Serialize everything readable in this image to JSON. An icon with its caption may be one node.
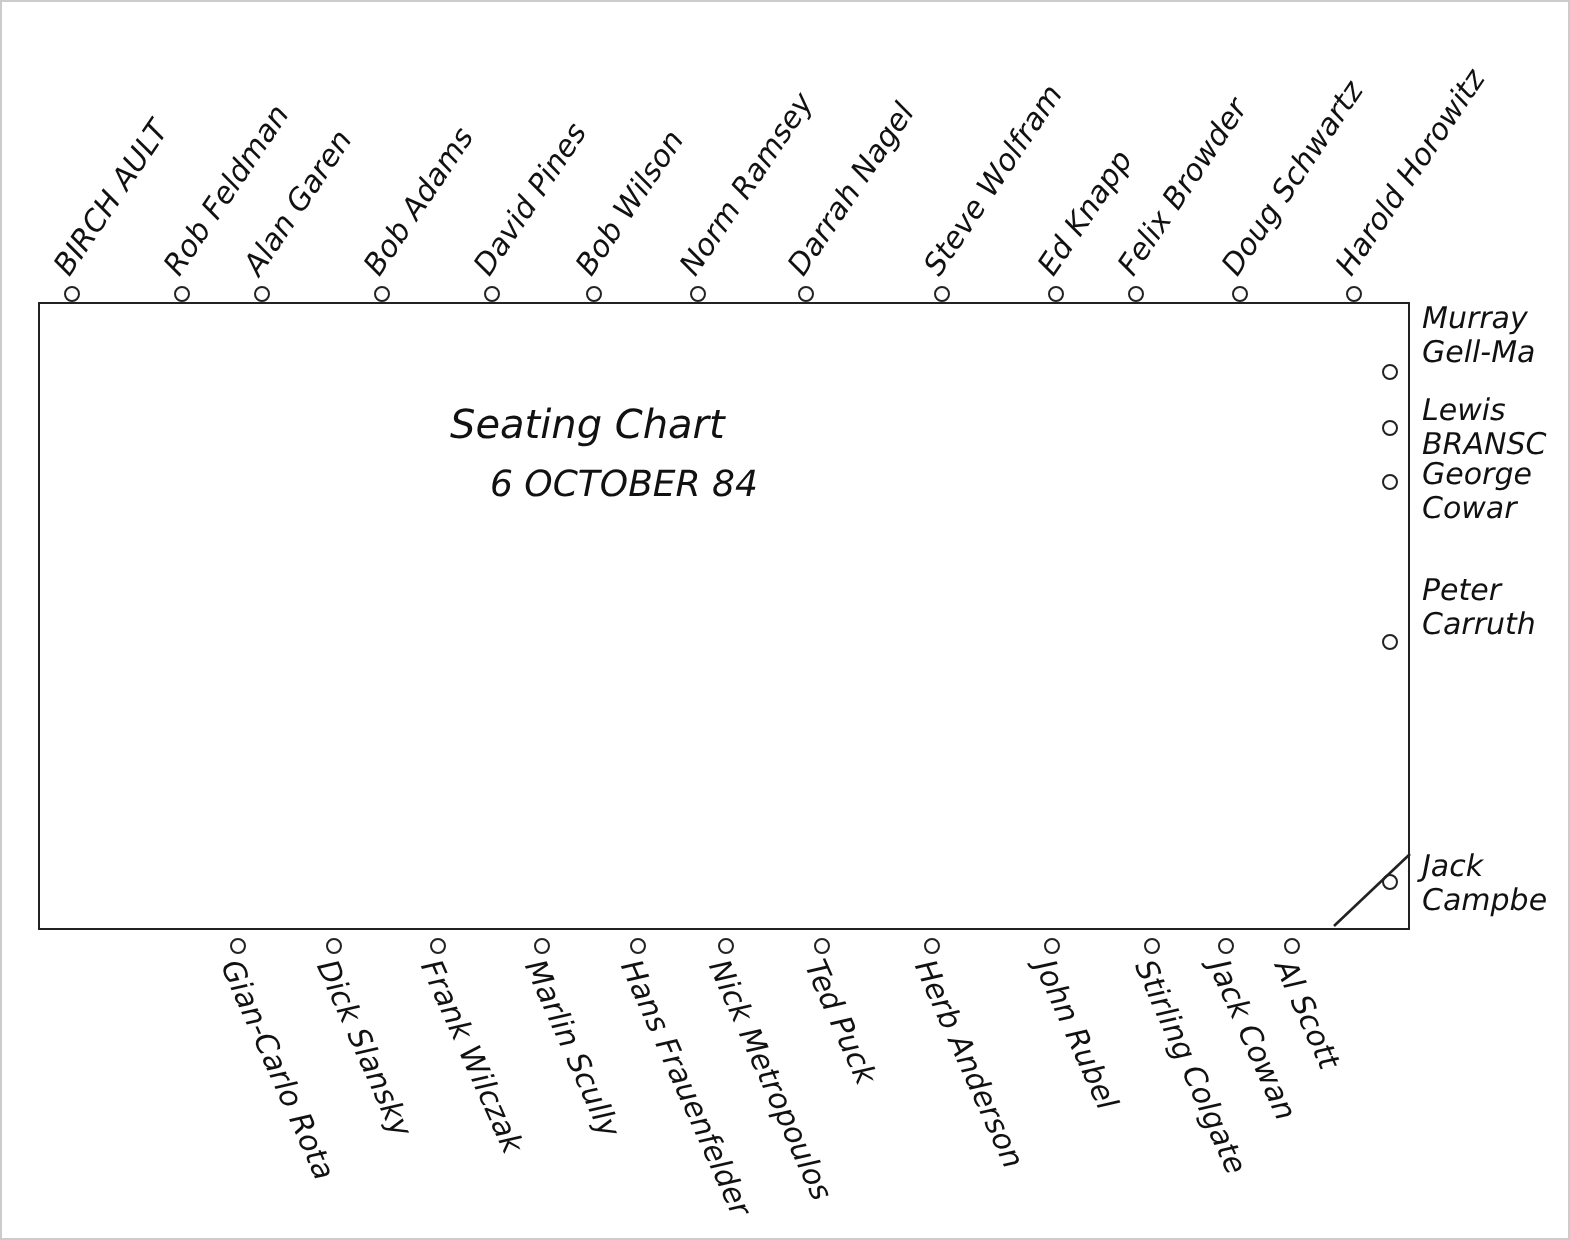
{
  "diagram": {
    "nodes": [
      {
        "text": [
          "Seating Chart",
          "6 OCTOBER 84"
        ]
      }
    ],
    "edges": [],
    "labels": [
      "BIRCH AULT",
      "Rob Feldman",
      "Alan Garen",
      "Bob Adams",
      "David Pines",
      "Bob Wilson",
      "Norm Ramsey",
      "Darrah Nagel",
      "Steve Wolfram",
      "Ed Knapp",
      "Felix Browder",
      "Doug Schwartz",
      "Harold Horowitz",
      "Murray Gell-Ma",
      "Lewis BRANSC",
      "George Cowar",
      "Peter Carruth",
      "Jack Campbe",
      "Gian-Carlo Rota",
      "Dick Slansky",
      "Frank Wilczak",
      "Marlin Scully",
      "Hans Frauenfelder",
      "Nick Metropoulos",
      "Ted Puck",
      "Herb Anderson",
      "John Rubel",
      "Stirling Colgate",
      "Jack Cowan",
      "Al Scott"
    ]
  }
}
